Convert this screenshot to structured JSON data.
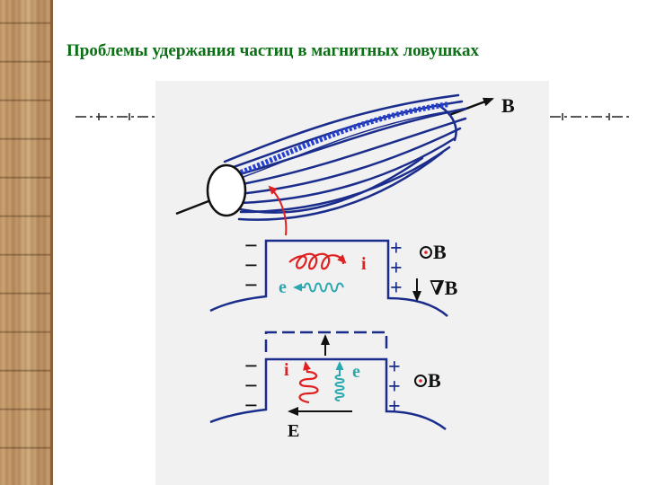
{
  "slide": {
    "title": "Проблемы удержания частиц в магнитных ловушках"
  },
  "diagram": {
    "top": {
      "field_label": "B"
    },
    "middle": {
      "minus_signs": [
        "−",
        "−",
        "−"
      ],
      "plus_signs": [
        "+",
        "+",
        "+"
      ],
      "ion_label": "i",
      "electron_label": "e",
      "field_out_label": "B",
      "gradient_label": "∇B"
    },
    "bottom": {
      "minus_signs": [
        "−",
        "−",
        "−"
      ],
      "plus_signs": [
        "+",
        "+",
        "+"
      ],
      "ion_label": "i",
      "electron_label": "e",
      "field_out_label": "B",
      "efield_label": "E"
    }
  },
  "colors": {
    "title": "#0b6f14",
    "ion": "#e02020",
    "electron": "#2aa8b0",
    "field_lines": "#1a2d8c",
    "tube_highlight": "#2540d0"
  }
}
